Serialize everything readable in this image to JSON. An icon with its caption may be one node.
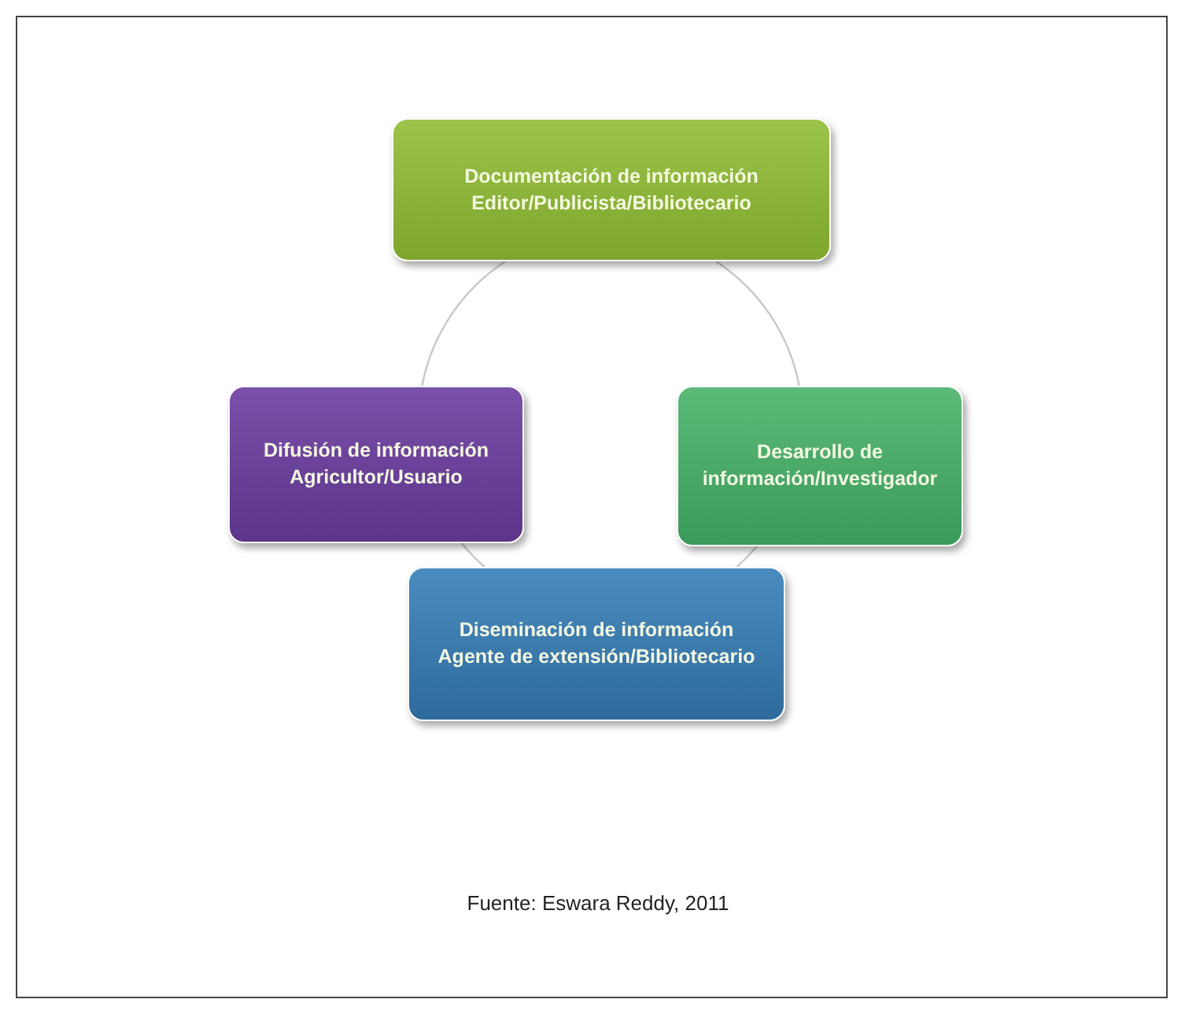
{
  "diagram": {
    "nodes": [
      {
        "text": [
          "Documentación de información",
          "Editor/Publicista/Bibliotecario"
        ]
      },
      {
        "text": [
          "Difusión de información",
          "Agricultor/Usuario"
        ]
      },
      {
        "text": [
          "Desarrollo de información/Investigador"
        ]
      },
      {
        "text": [
          "Diseminación de información",
          "Agente de extensión/Bibliotecario"
        ]
      }
    ],
    "edges": [
      {
        "from": 0,
        "to": 2,
        "arrow": "none"
      },
      {
        "from": 2,
        "to": 3,
        "arrow": "none"
      },
      {
        "from": 3,
        "to": 1,
        "arrow": "none"
      },
      {
        "from": 1,
        "to": 0,
        "arrow": "none"
      }
    ],
    "labels": [
      "Fuente: Eswara Reddy, 2011"
    ]
  }
}
